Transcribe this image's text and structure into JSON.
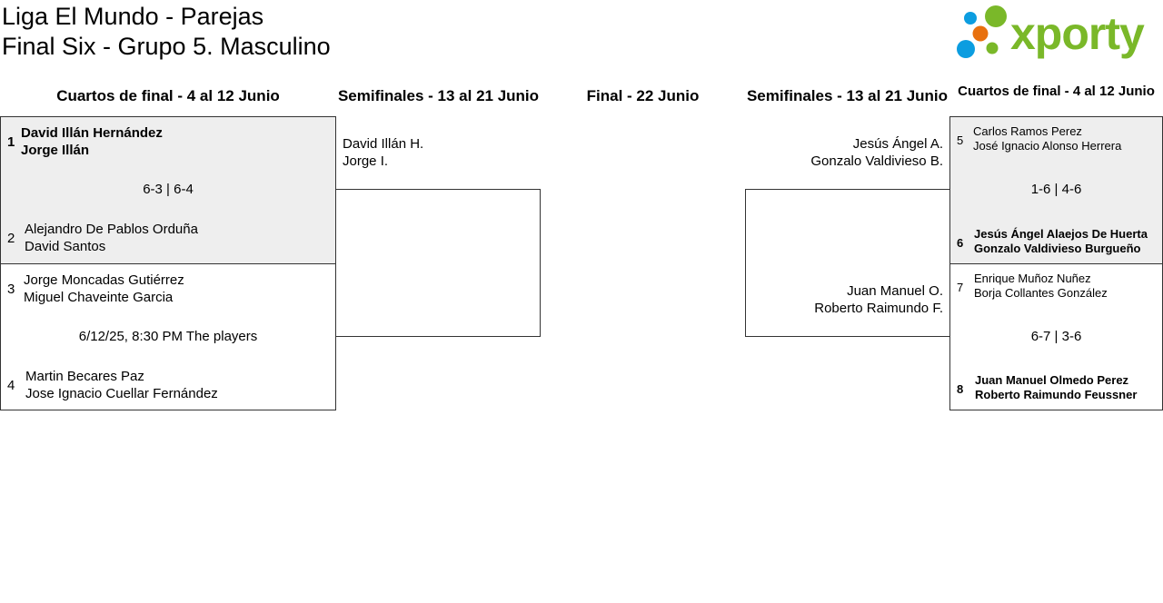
{
  "header": {
    "line1": "Liga El Mundo - Parejas",
    "line2": "Final Six - Grupo 5. Masculino",
    "logo_text": "xporty"
  },
  "rounds": [
    "Cuartos de final - 4 al 12 Junio",
    "Semifinales - 13 al 21 Junio",
    "Final - 22 Junio",
    "Semifinales - 13 al 21 Junio",
    "Cuartos de final - 4 al 12 Junio"
  ],
  "left_qf": [
    {
      "info": "6-3 | 6-4",
      "teams": [
        {
          "seed": "1",
          "p1": "David Illán Hernández",
          "p2": "Jorge Illán",
          "winner": true
        },
        {
          "seed": "2",
          "p1": "Alejandro De Pablos Orduña",
          "p2": "David Santos",
          "winner": false
        }
      ]
    },
    {
      "info": "6/12/25, 8:30 PM The players",
      "teams": [
        {
          "seed": "3",
          "p1": "Jorge Moncadas Gutiérrez",
          "p2": "Miguel Chaveinte Garcia",
          "winner": false
        },
        {
          "seed": "4",
          "p1": "Martin Becares Paz",
          "p2": "Jose Ignacio Cuellar Fernández",
          "winner": false
        }
      ]
    }
  ],
  "right_qf": [
    {
      "info": "1-6 | 4-6",
      "teams": [
        {
          "seed": "5",
          "p1": "Carlos Ramos Perez",
          "p2": "José Ignacio Alonso Herrera",
          "winner": false
        },
        {
          "seed": "6",
          "p1": "Jesús Ángel Alaejos De Huerta",
          "p2": "Gonzalo Valdivieso Burgueño",
          "winner": true
        }
      ]
    },
    {
      "info": "6-7 | 3-6",
      "teams": [
        {
          "seed": "7",
          "p1": "Enrique Muñoz Nuñez",
          "p2": "Borja Collantes González",
          "winner": false
        },
        {
          "seed": "8",
          "p1": "Juan Manuel Olmedo Perez",
          "p2": "Roberto Raimundo Feussner",
          "winner": true
        }
      ]
    }
  ],
  "left_semi": {
    "top": {
      "p1": "David Illán H.",
      "p2": "Jorge I."
    }
  },
  "right_semi": {
    "top": {
      "p1": "Jesús Ángel A.",
      "p2": "Gonzalo Valdivieso B."
    },
    "bottom": {
      "p1": "Juan Manuel O.",
      "p2": "Roberto Raimundo F."
    }
  },
  "colors": {
    "logo_green": "#7ab829",
    "logo_blue": "#0c9de0",
    "logo_orange": "#e8700e",
    "box_gray": "#eeeeee"
  }
}
